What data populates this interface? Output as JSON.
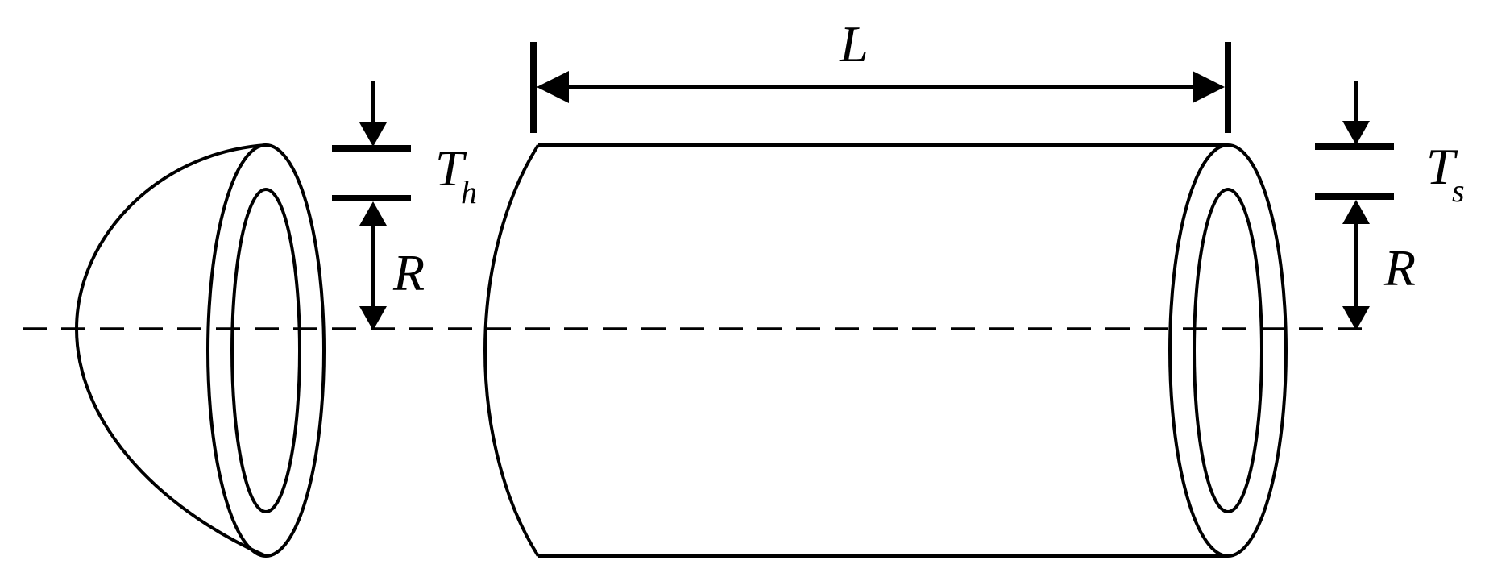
{
  "labels": {
    "length": "L",
    "head_thickness_main": "T",
    "head_thickness_sub": "h",
    "shell_thickness_main": "T",
    "shell_thickness_sub": "s",
    "radius_head": "R",
    "radius_shell": "R"
  },
  "colors": {
    "line": "#000000",
    "background": "#ffffff"
  }
}
